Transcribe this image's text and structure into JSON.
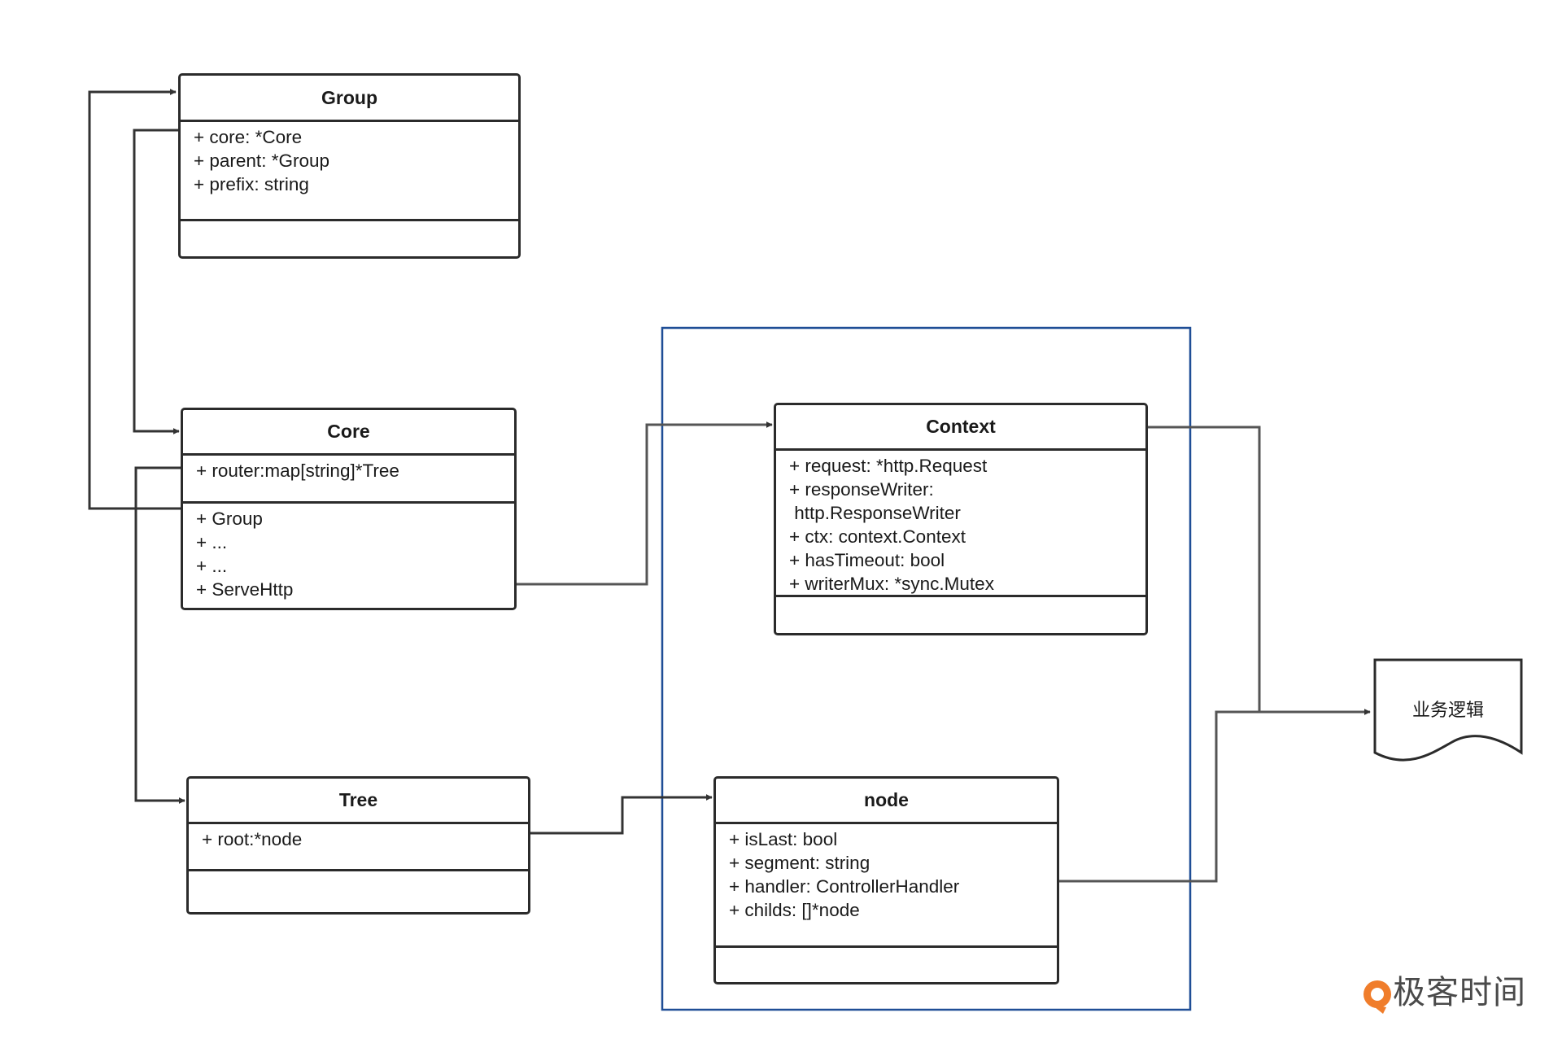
{
  "classes": {
    "group": {
      "name": "Group",
      "attributes": [
        "+ core: *Core",
        "+ parent: *Group",
        "+ prefix: string"
      ],
      "operations": []
    },
    "core": {
      "name": "Core",
      "attributes": [
        "+ router:map[string]*Tree"
      ],
      "operations": [
        "+ Group",
        "+ ...",
        "+ ...",
        "+ ServeHttp"
      ]
    },
    "tree": {
      "name": "Tree",
      "attributes": [
        "+ root:*node"
      ],
      "operations": []
    },
    "context": {
      "name": "Context",
      "attributes": [
        "+ request: *http.Request",
        "+ responseWriter:",
        " http.ResponseWriter",
        "+ ctx: context.Context",
        "+ hasTimeout: bool",
        "+ writerMux: *sync.Mutex"
      ],
      "operations": []
    },
    "node": {
      "name": "node",
      "attributes": [
        "+ isLast: bool",
        "+ segment: string",
        "+ handler: ControllerHandler",
        "+ childs: []*node"
      ],
      "operations": []
    }
  },
  "document": {
    "label": "业务逻辑"
  },
  "brand": {
    "text": "极客时间"
  },
  "colors": {
    "line": "#333333",
    "box_border": "#2b2b2b",
    "highlight_frame": "#1f4e96",
    "brand_orange": "#f07d2b"
  }
}
